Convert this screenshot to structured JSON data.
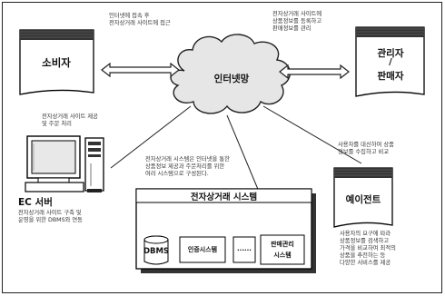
{
  "consumer": {
    "label": "소비자"
  },
  "admin_seller": {
    "line1": "관리자",
    "line2": "/",
    "line3": "판매자"
  },
  "internet": {
    "label": "인터넷망"
  },
  "agent": {
    "label": "예이전트"
  },
  "ec_server": {
    "label": "EC 서버"
  },
  "ecommerce_system": {
    "title": "전자상거래 시스템",
    "dbms": "DBMS",
    "auth": "인증시스템",
    "ellipsis": "......",
    "sales_mgmt_line1": "판매관리",
    "sales_mgmt_line2": "시스템"
  },
  "notes": {
    "consumer_left": "인터넷에 접속 후\n전자상거래 사이트에 접근",
    "admin_top": "전자상거래 사이트에\n상품정보를 등록하고\n판매정보를 관리",
    "server_note": "전자상거래 사이트 제공\n및 주문 처리",
    "agent_note": "사용자를 대신하여 상품\n정보를 수집하고 비교",
    "system_note": "전자상거래 시스템은 인터넷을 통한\n상품정보 제공과 주문처리를 위한\n여러 시스템으로 구성된다.",
    "server_bottom": "전자상거래 사이트 구축 및\n운영을 위한 DBMS와 연동",
    "agent_bottom": "사용자의 요구에 따라\n상품정보를 검색하고\n가격을 비교하여 최적의\n상품을 추천하는 등\n다양한 서비스를 제공"
  }
}
